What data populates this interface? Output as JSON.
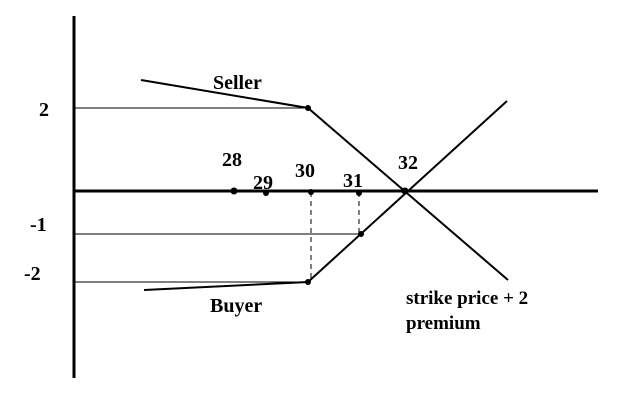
{
  "labels": {
    "seller": "Seller",
    "buyer": "Buyer",
    "note_line1": "strike price + 2",
    "note_line2": "premium"
  },
  "y_ticks": [
    "2",
    "-1",
    "-2"
  ],
  "x_points": [
    "28",
    "29",
    "30",
    "31",
    "32"
  ]
}
